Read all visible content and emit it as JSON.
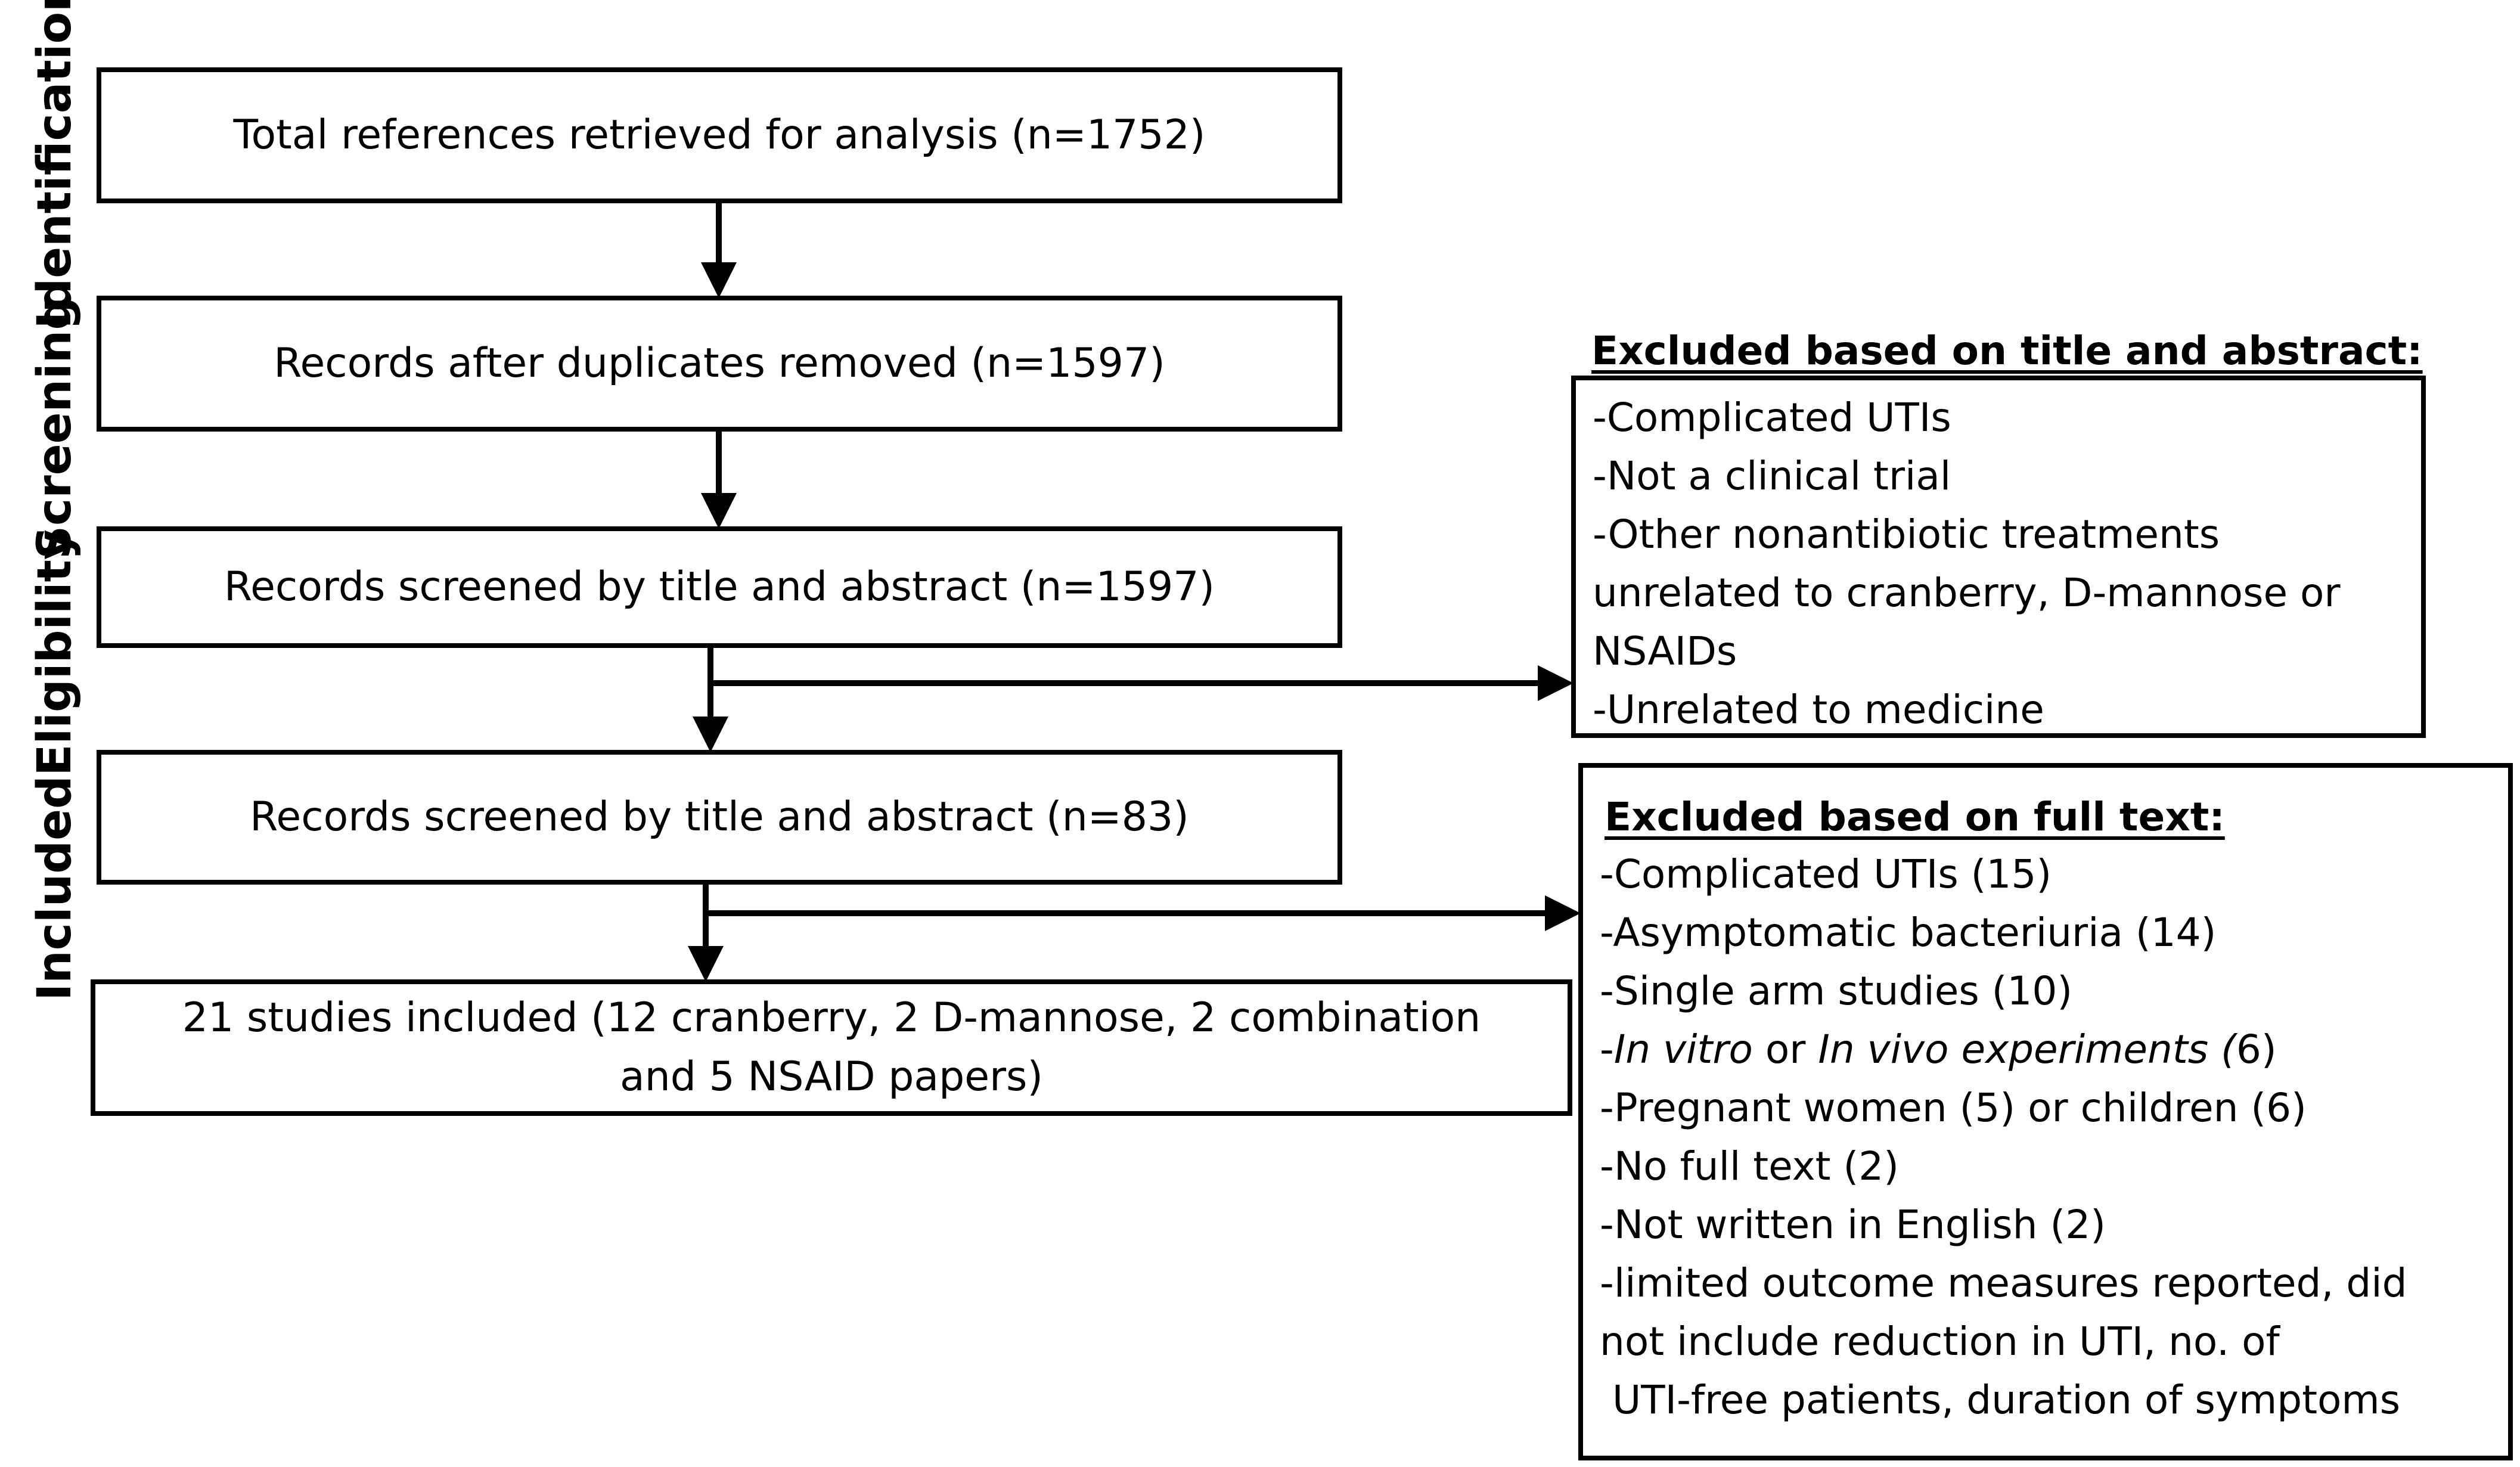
{
  "stages": {
    "identification": "Identification",
    "screening": "Screening",
    "eligibility": "Eligibility",
    "included": "Included"
  },
  "boxes": {
    "identification": "Total references retrieved for analysis (n=1752)",
    "duplicates_removed": "Records after duplicates removed (n=1597)",
    "screened_title_abstract": "Records screened by title and abstract (n=1597)",
    "screened_full": "Records screened by title and abstract (n=83)",
    "included_line1": "21 studies included (12 cranberry, 2 D-mannose, 2 combination",
    "included_line2": "and 5 NSAID papers)"
  },
  "excluded_title_abstract": {
    "title": "Excluded based on title and abstract:",
    "items": [
      "-Complicated UTIs",
      "-Not a clinical trial",
      "-Other nonantibiotic treatments",
      "unrelated to cranberry, D-mannose or",
      "NSAIDs",
      "-Unrelated to medicine"
    ]
  },
  "excluded_full_text": {
    "title": "Excluded based on full text:",
    "items": [
      "-Complicated UTIs (15)",
      "-Asymptomatic bacteriuria (14)",
      "-Single arm studies (10)",
      "-Pregnant women (5) or children (6)",
      "-No full text (2)",
      "-Not written in English (2)",
      "-limited outcome measures reported, did",
      "not include reduction in UTI, no. of",
      " UTI-free patients, duration of symptoms"
    ],
    "vitro_line": {
      "dash": "-",
      "in_vitro": "In vitro",
      "or": " or ",
      "in_vivo": "In vivo experiments (",
      "count": "6)"
    }
  }
}
